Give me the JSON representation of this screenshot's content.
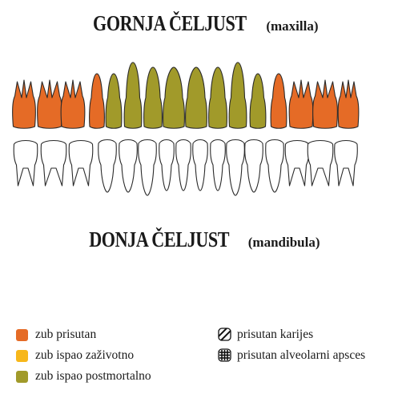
{
  "upper_jaw": {
    "title": "GORNJA ČELJUST",
    "subtitle": "(maxilla)"
  },
  "lower_jaw": {
    "title": "DONJA ČELJUST",
    "subtitle": "(mandibula)"
  },
  "colors": {
    "present": "#e56b26",
    "lost_antemortem": "#f7b71a",
    "lost_postmortem": "#a19a2a",
    "empty": "#ffffff",
    "outline": "#2a2a2a"
  },
  "upper_teeth": [
    "present",
    "present",
    "present",
    "present",
    "lost_postmortem",
    "lost_postmortem",
    "lost_postmortem",
    "lost_postmortem",
    "lost_postmortem",
    "lost_postmortem",
    "lost_postmortem",
    "lost_postmortem",
    "present",
    "present",
    "present",
    "present"
  ],
  "lower_teeth": [
    "empty",
    "empty",
    "empty",
    "empty",
    "empty",
    "empty",
    "empty",
    "empty",
    "empty",
    "empty",
    "empty",
    "empty",
    "empty",
    "empty",
    "empty",
    "empty"
  ],
  "legend": {
    "present": "zub prisutan",
    "lost_antemortem": "zub ispao zaživotno",
    "lost_postmortem": "zub ispao postmortalno",
    "caries": "prisutan karijes",
    "abscess": "prisutan alveolarni apsces"
  }
}
